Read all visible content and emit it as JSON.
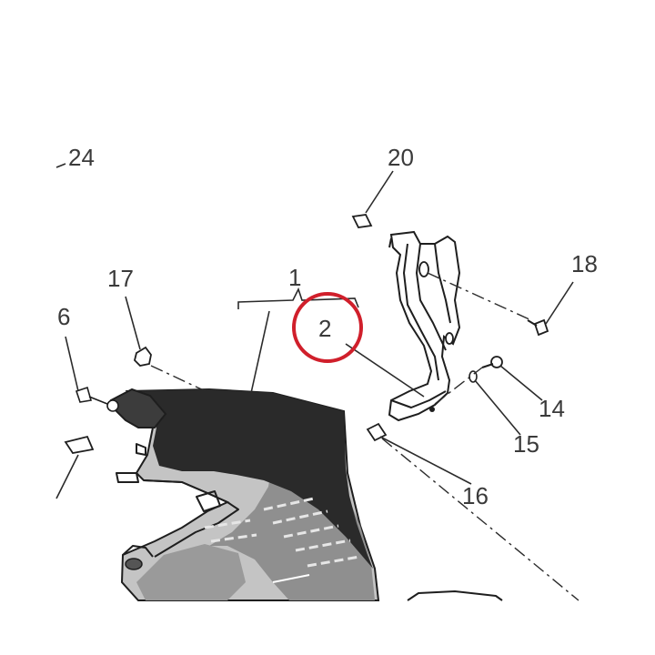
{
  "callouts": {
    "c24": "24",
    "c20": "20",
    "c18": "18",
    "c17": "17",
    "c1": "1",
    "c2": "2",
    "c6": "6",
    "c14": "14",
    "c15": "15",
    "c16": "16"
  },
  "highlight": {
    "target": "2",
    "color": "#d01f2b"
  },
  "colors": {
    "panel_dark": "#2a2a2a",
    "panel_mid": "#8f8f8f",
    "panel_light": "#c4c4c4",
    "line": "#1e1e1e"
  }
}
